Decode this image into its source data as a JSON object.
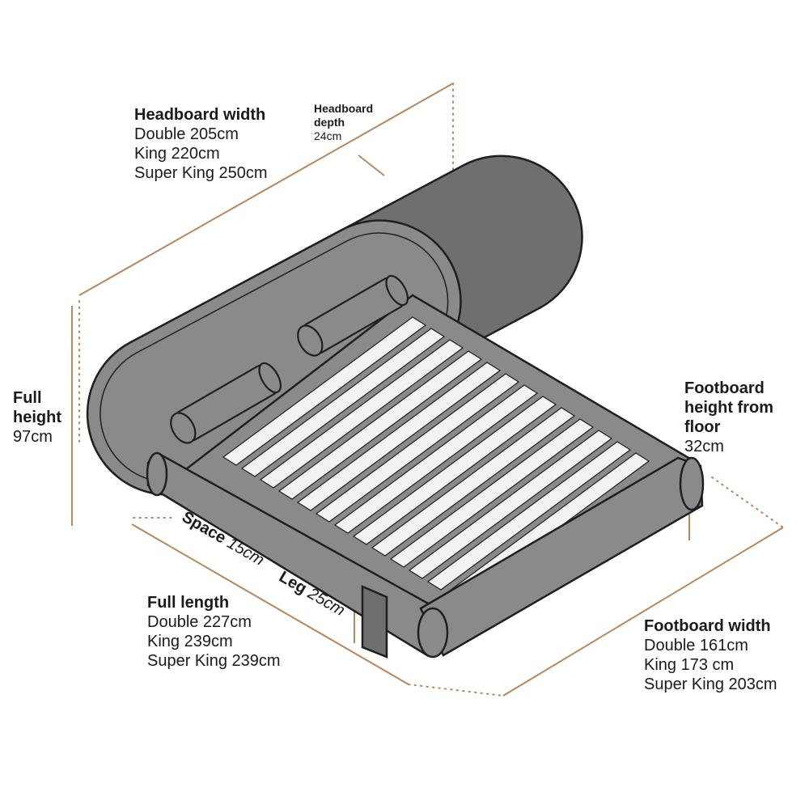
{
  "colors": {
    "frame": "#8a8a8a",
    "frame_dark": "#6f6f6f",
    "outline": "#1f1f1f",
    "slat": "#f2f2f2",
    "dimension_line": "#b8875e"
  },
  "headboard_width": {
    "title": "Headboard width",
    "double": "Double 205cm",
    "king": "King 220cm",
    "super_king": "Super King 250cm"
  },
  "headboard_depth": {
    "title_line1": "Headboard",
    "title_line2": "depth",
    "value": "24cm"
  },
  "full_height": {
    "title_line1": "Full",
    "title_line2": "height",
    "value": "97cm"
  },
  "footboard_height": {
    "title_line1": "Footboard",
    "title_line2": "height from",
    "title_line3": "floor",
    "value": "32cm"
  },
  "space": {
    "label": "Space",
    "value": "15cm"
  },
  "leg": {
    "label": "Leg",
    "value": "25cm"
  },
  "full_length": {
    "title": "Full length",
    "double": "Double 227cm",
    "king": "King 239cm",
    "super_king": "Super King 239cm"
  },
  "footboard_width": {
    "title": "Footboard width",
    "double": "Double 161cm",
    "king": "King 173 cm",
    "super_king": "Super King 203cm"
  }
}
